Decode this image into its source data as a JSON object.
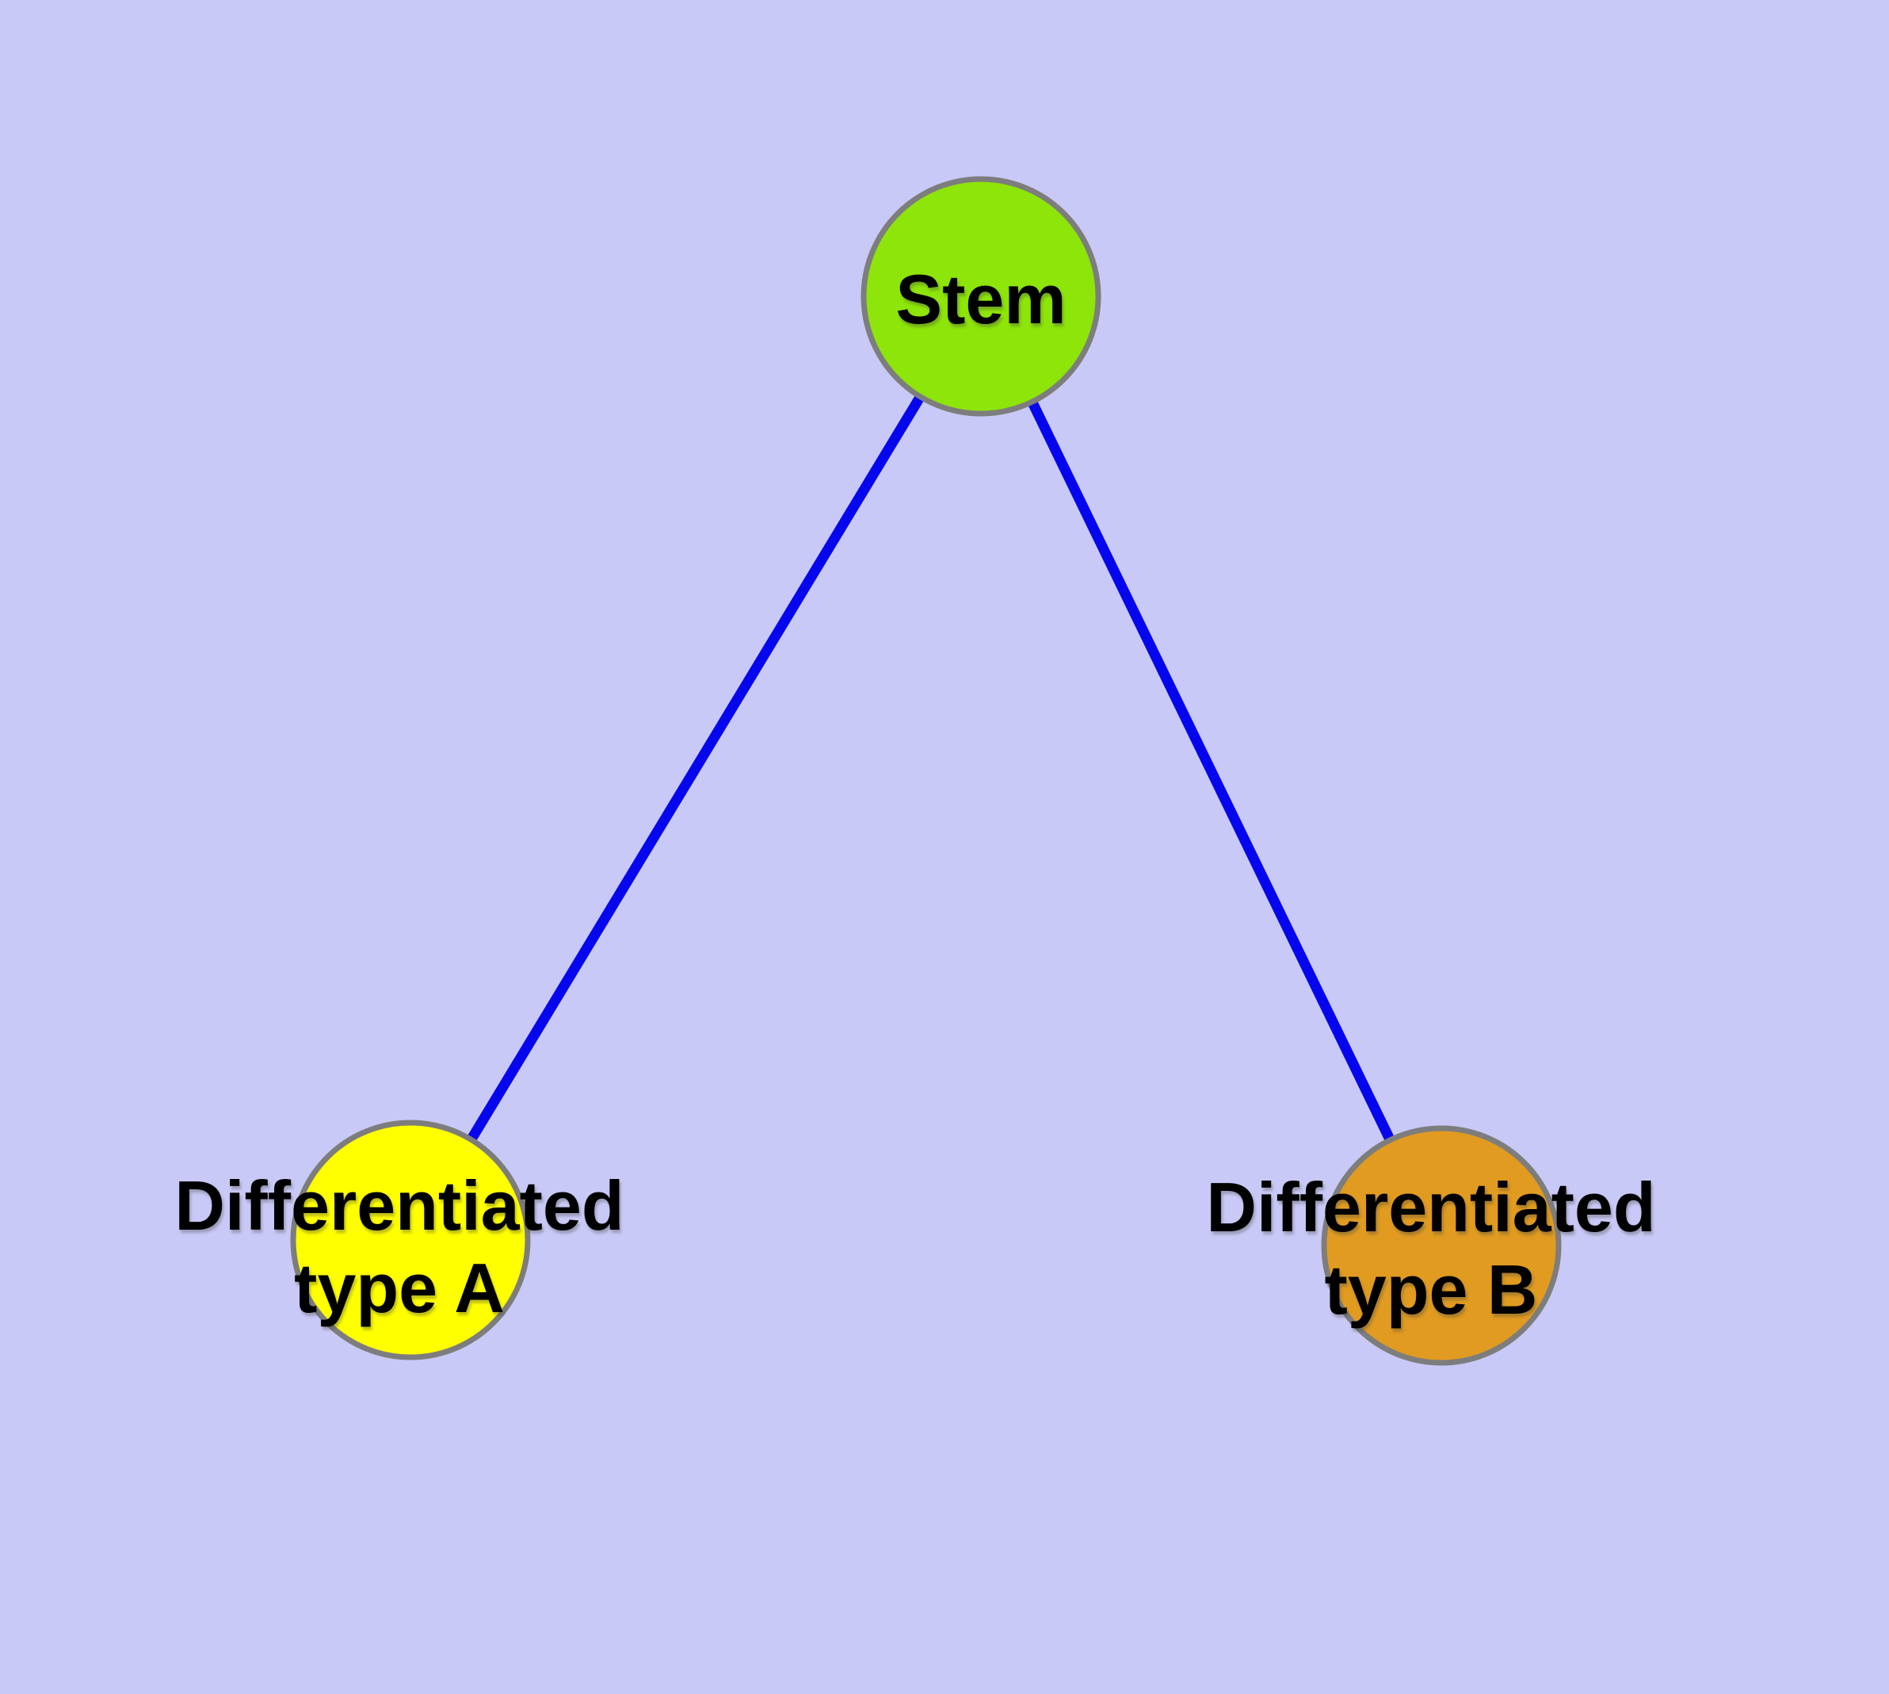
{
  "diagram": {
    "type": "graph",
    "background_color": "#c9c9f7",
    "edge_color": "#0606ee",
    "node_border_color": "#7d7d7d",
    "label_text_color": "#000000",
    "nodes": [
      {
        "id": "stem",
        "label": "Stem",
        "fill_color": "#8de509"
      },
      {
        "id": "differentiated-type-a",
        "label": "Differentiated\ntype A",
        "fill_color": "#ffff00"
      },
      {
        "id": "differentiated-type-b",
        "label": "Differentiated\ntype B",
        "fill_color": "#e09b20"
      }
    ],
    "edges": [
      {
        "from": "Stem",
        "to": "Differentiated type A"
      },
      {
        "from": "Stem",
        "to": "Differentiated type B"
      }
    ]
  }
}
